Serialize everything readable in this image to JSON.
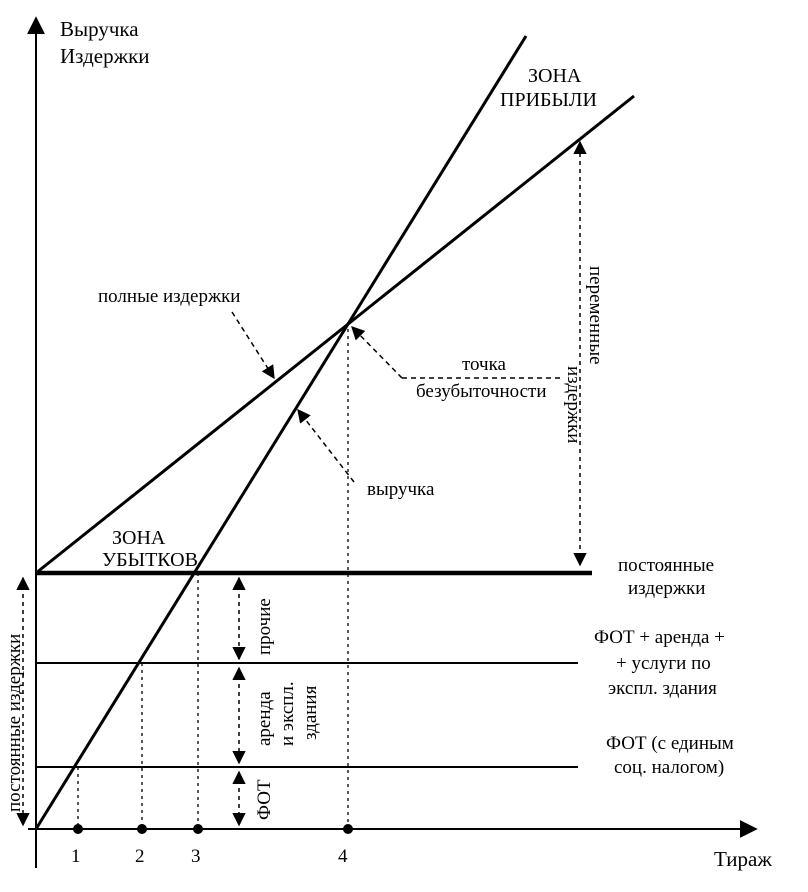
{
  "axes": {
    "y_label_line1": "Выручка",
    "y_label_line2": "Издержки",
    "x_label": "Тираж"
  },
  "zones": {
    "profit_line1": "ЗОНА",
    "profit_line2": "ПРИБЫЛИ",
    "loss_line1": "ЗОНА",
    "loss_line2": "УБЫТКОВ"
  },
  "labels": {
    "full_costs": "полные издержки",
    "breakeven_line1": "точка",
    "breakeven_line2": "безубыточности",
    "revenue": "выручка",
    "variable_costs_line1": "переменные",
    "variable_costs_line2": "издержки",
    "fixed_costs_line1": "постоянные",
    "fixed_costs_line2": "издержки",
    "fixed_costs_vertical": "постоянные издержки",
    "level2_line1": "ФОТ + аренда +",
    "level2_line2": "+ услуги по",
    "level2_line3": "экспл. здания",
    "level1_line1": "ФОТ (с единым",
    "level1_line2": "соц. налогом)",
    "other": "прочие",
    "rent_line1": "аренда",
    "rent_line2": "и экспл.",
    "rent_line3": "здания",
    "payroll": "ФОТ"
  },
  "ticks": [
    "1",
    "2",
    "3",
    "4"
  ]
}
